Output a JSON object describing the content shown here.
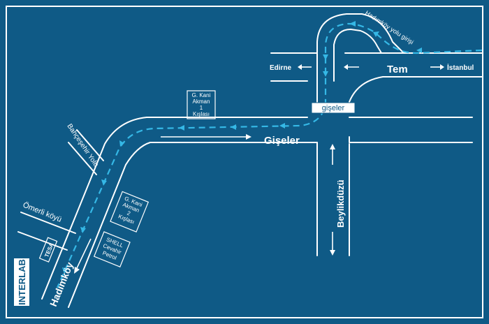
{
  "labels": {
    "edirne": "Edirne",
    "tem": "Tem",
    "istanbul": "İstanbul",
    "hadimkoy_yolu_girisi": "Hadımköy yolu girişi",
    "giseler_sign": "gişeler",
    "giseler": "Gişeler",
    "beylikduzu": "Beylikdüzü",
    "bahcesehir_yolu": "Bahçeşehir Yolu",
    "omerli_koyu": "Ömerli köyü",
    "hadimkoy": "Hadımköy"
  },
  "landmarks": {
    "kani1": [
      "G. Kani",
      "Akman",
      "1",
      "Kışlası"
    ],
    "kani2": [
      "G. Kani",
      "Akman",
      "2",
      "Kışlası"
    ],
    "shell": [
      "SHELL",
      "Cevahir",
      "Petrol"
    ],
    "tesa": "TESA",
    "interlab": "INTERLAB"
  },
  "colors": {
    "background": "#0f5a86",
    "road": "#ffffff",
    "route": "#35b8e6"
  }
}
